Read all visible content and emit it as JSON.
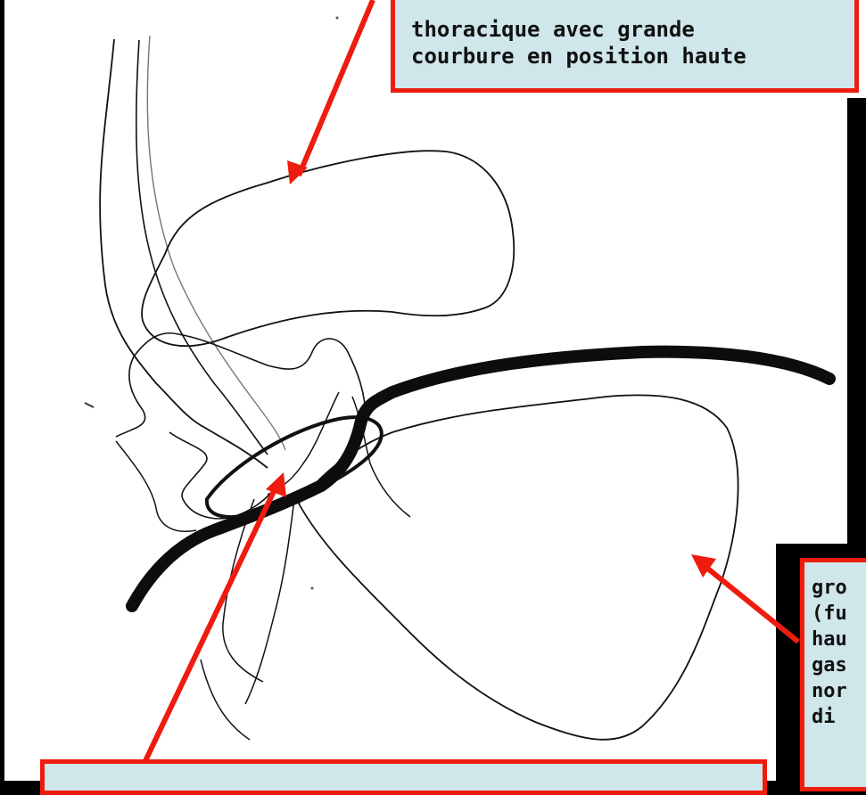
{
  "labels": {
    "top": {
      "lines": [
        "thoracique avec grande",
        "courbure en position haute"
      ]
    },
    "right": {
      "lines": [
        "gro",
        "(fu",
        "hau",
        "gas",
        "nor",
        "di"
      ]
    },
    "bottom": {
      "lines": []
    }
  },
  "colors": {
    "background": "#000000",
    "drawing_background": "#ffffff",
    "stroke": "#111111",
    "arrow": "#ee1c0e",
    "label_fill": "#cfe6ea",
    "label_border": "#ee1c0e"
  }
}
